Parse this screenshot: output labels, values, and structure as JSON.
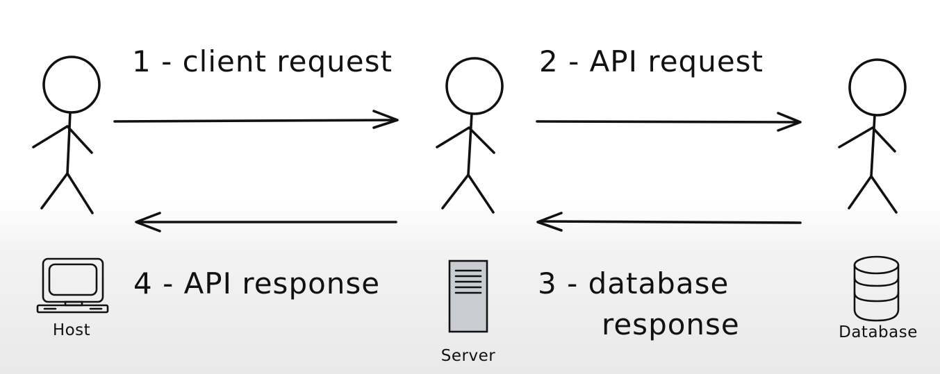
{
  "steps": {
    "step1": "1 - client request",
    "step2": "2 - API request",
    "step3_line1": "3 - database",
    "step3_line2": "response",
    "step4": "4 - API response"
  },
  "nodes": {
    "host": "Host",
    "server": "Server",
    "database": "Database"
  },
  "colors": {
    "ink": "#111111",
    "server_fill": "#c9ccd1",
    "background_bottom": "#e9e9e9"
  },
  "icons": {
    "host": "computer-terminal-icon",
    "server": "server-tower-icon",
    "database": "database-cylinder-icon",
    "actor": "stick-figure-icon"
  }
}
